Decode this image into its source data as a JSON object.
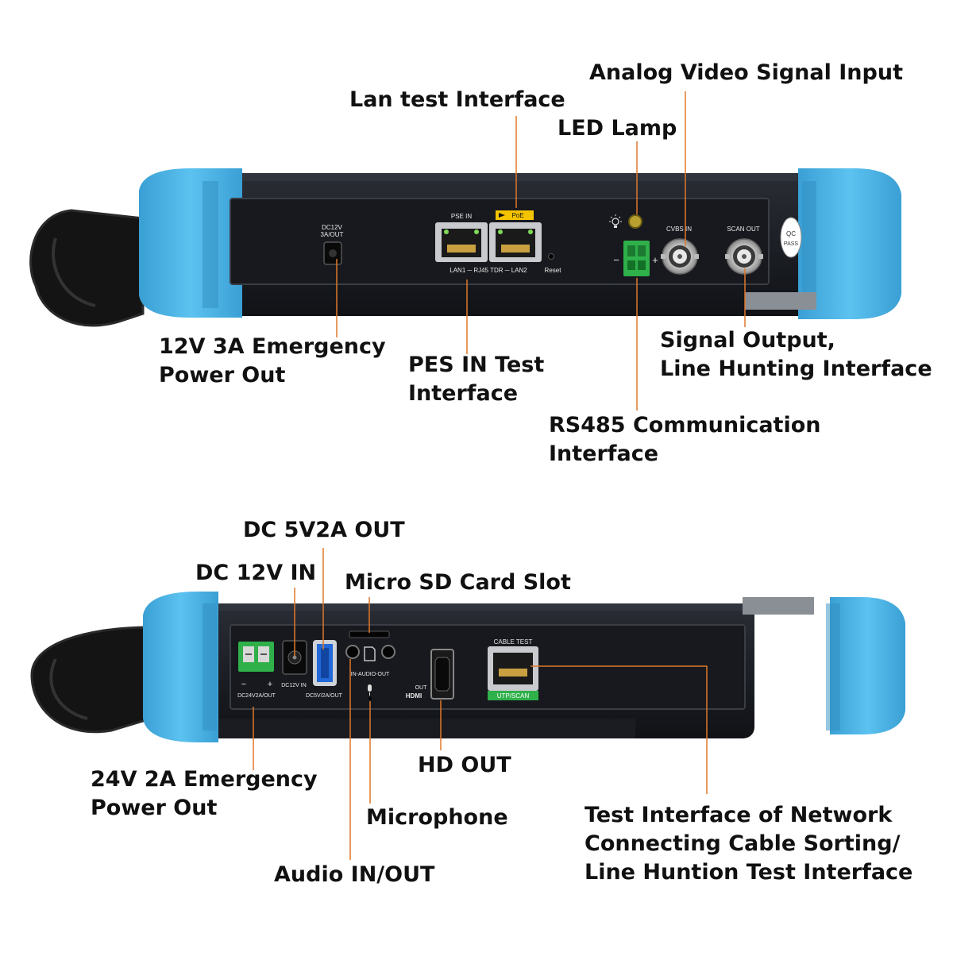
{
  "colors": {
    "bumper": "#4ab4e6",
    "body": "#1e2128",
    "panel": "#15171c",
    "leader": "#e0782a",
    "terminal": "#2fb04a",
    "poe_tag": "#f5c400",
    "label": "#111111"
  },
  "device_top": {
    "port_labels": {
      "dc12v_out": [
        "DC12V",
        "3A/OUT"
      ],
      "pse_in": "PSE IN",
      "poe": "PoE",
      "lan_row": "LAN1 ─ RJ45 TDR ─ LAN2",
      "reset": "Reset",
      "cvbs_in": "CVBS IN",
      "scan_out": "SCAN OUT",
      "minus": "−",
      "plus": "+",
      "qc": [
        "QC",
        "PASS"
      ]
    },
    "callouts": {
      "analog_video": "Analog Video Signal Input",
      "lan_test": "Lan test Interface",
      "led_lamp": "LED Lamp",
      "power_out_12v": [
        "12V 3A Emergency",
        "Power Out"
      ],
      "pes_in": [
        "PES IN Test",
        "Interface"
      ],
      "signal_output": [
        "Signal Output,",
        "Line Hunting Interface"
      ],
      "rs485": [
        "RS485 Communication",
        "Interface"
      ]
    }
  },
  "device_bottom": {
    "port_labels": {
      "dc24v_out": "DC24V2A/OUT",
      "dc12v_in": "DC12V IN",
      "dc5v_out": "DC5V/2A/OUT",
      "audio": "IN-AUDIO-OUT",
      "hdmi_out": "OUT",
      "hdmi": "HDMI",
      "cable_test": "CABLE TEST",
      "utp_scan": "UTP/SCAN",
      "minus": "−",
      "plus": "+"
    },
    "callouts": {
      "dc5v2a_out": "DC 5V2A OUT",
      "dc12v_in": "DC 12V IN",
      "micro_sd": "Micro SD Card Slot",
      "power_out_24v": [
        "24V 2A Emergency",
        "Power Out"
      ],
      "hd_out": "HD OUT",
      "microphone": "Microphone",
      "audio_inout": "Audio IN/OUT",
      "network_test": [
        "Test Interface of Network",
        "Connecting Cable Sorting/",
        "Line Huntion Test Interface"
      ]
    }
  }
}
